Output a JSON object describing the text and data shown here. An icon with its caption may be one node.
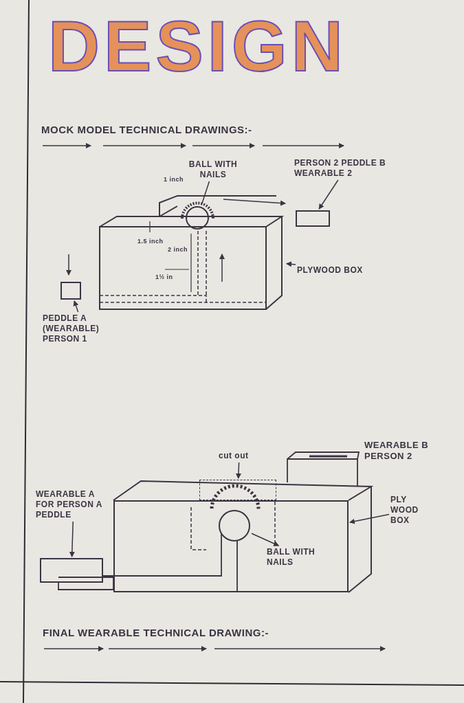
{
  "diagram": {
    "title": "DESIGN",
    "nodes": [
      {
        "text": [
          "BALL WITH NAILS"
        ]
      },
      {
        "text": [],
        "shape": "circle"
      },
      {
        "text": [
          "PERSON 2 PEDDLE B WEARABLE 2"
        ]
      },
      {
        "text": [],
        "shape": "box"
      },
      {
        "text": [
          "PLYWOOD BOX"
        ]
      },
      {
        "text": [],
        "shape": "box"
      },
      {
        "text": [
          "PEDDLE A (WEARABLE) PERSON 1"
        ]
      },
      {
        "text": [],
        "shape": "box"
      },
      {
        "text": [
          "cut out"
        ]
      },
      {
        "text": [],
        "shape": "box"
      },
      {
        "text": [
          "WEARABLE A FOR PERSON A PEDDLE"
        ]
      },
      {
        "text": [],
        "shape": "box"
      },
      {
        "text": [
          "PLY WOOD BOX"
        ]
      },
      {
        "text": [],
        "shape": "box"
      },
      {
        "text": [
          "BALL WITH NAILS"
        ],
        "in": 13
      },
      {
        "text": [],
        "shape": "circle",
        "in": 13
      }
    ],
    "edges": [
      {
        "from": 0,
        "to": 1,
        "arrow": "none"
      },
      {
        "from": 2,
        "to": 3,
        "arrow": "to"
      },
      {
        "from": 4,
        "to": 5,
        "arrow": "to"
      },
      {
        "from": 6,
        "to": 7,
        "arrow": "to"
      },
      {
        "from": 8,
        "to": 9,
        "arrow": "to"
      },
      {
        "from": 10,
        "to": 11,
        "arrow": "to"
      },
      {
        "from": 12,
        "to": 13,
        "arrow": "to"
      },
      {
        "from": 15,
        "to": 14,
        "arrow": "to"
      }
    ],
    "labels": [
      "MOCK MODEL TECHNICAL DRAWINGS:-",
      "1 inch",
      "1.5 inch",
      "2 inch",
      "1½ in",
      "WEARABLE B PERSON 2",
      "FINAL WEARABLE TECHNICAL DRAWING:-"
    ]
  }
}
